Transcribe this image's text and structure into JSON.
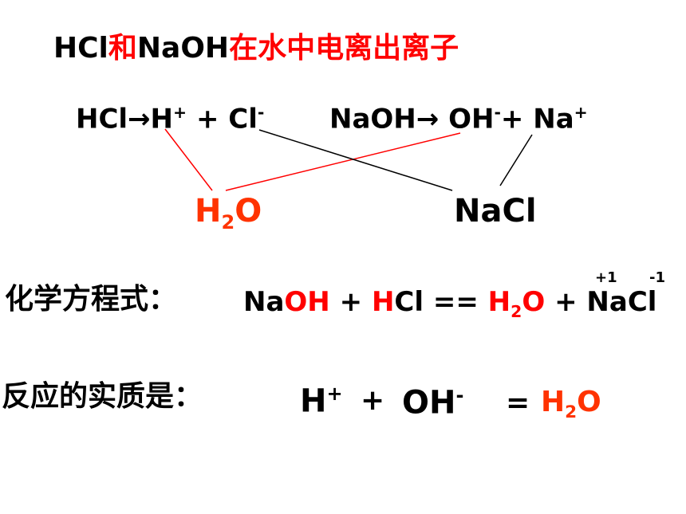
{
  "title": {
    "part1": "HCl",
    "part2": "和",
    "part3": "NaOH",
    "part4": "在水中电离出离子"
  },
  "ionization": {
    "hcl": "HCl→H",
    "h_sup": "+",
    "plus1": " + Cl",
    "cl_sup": "-",
    "naoh": "NaOH→ OH",
    "oh_sup": "-",
    "plus2": "+ Na",
    "na_sup": "+"
  },
  "products": {
    "water_h": "H",
    "water_sub": "2",
    "water_o": "O",
    "salt": "NaCl"
  },
  "equation": {
    "label": "化学方程式：",
    "na": "Na",
    "oh": "OH",
    "plus1": " + ",
    "h": "H",
    "cl": "Cl",
    "eq": " == ",
    "water_h": "H",
    "water_sub": "2",
    "water_o": "O",
    "plus2": " + ",
    "nacl": "NaCl",
    "ox_na": "+1",
    "ox_cl": "-1"
  },
  "essence": {
    "label": "反应的实质是：",
    "h": "H",
    "h_sup": "+",
    "plus": "+",
    "oh": "OH",
    "oh_sup": "-",
    "eq": "=",
    "water_h": "H",
    "water_sub": "2",
    "water_o": "O"
  },
  "colors": {
    "highlight": "#ff0000",
    "water": "#ff3300",
    "text": "#000000"
  }
}
